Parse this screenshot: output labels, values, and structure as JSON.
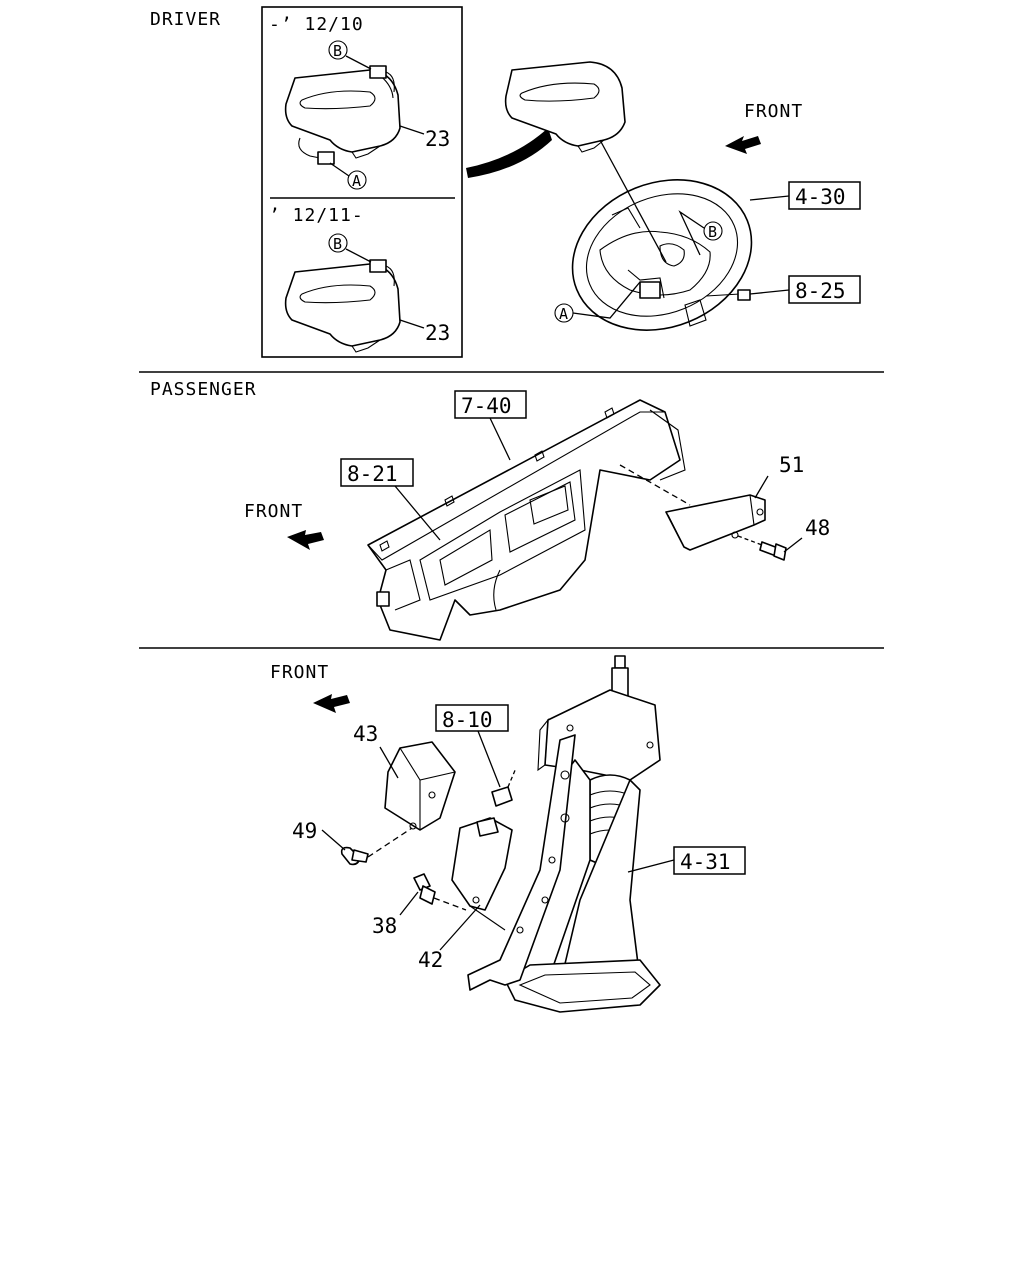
{
  "sections": {
    "driver": {
      "label": "DRIVER",
      "inset_top_range": "-’ 12/10",
      "inset_bottom_range": "’ 12/11-",
      "front": "FRONT",
      "callouts": {
        "part_top": "23",
        "part_bottom": "23",
        "steering_wheel_ref": "4-30",
        "combination_switch_ref": "8-25",
        "conn_b_top": "B",
        "conn_a_top": "A",
        "conn_b_bottom": "B",
        "wheel_conn_b": "B",
        "wheel_conn_a": "A"
      }
    },
    "passenger": {
      "label": "PASSENGER",
      "front": "FRONT",
      "callouts": {
        "dashboard_ref": "7-40",
        "instrument_ref": "8-21",
        "airbag_module": "51",
        "bolt": "48"
      }
    },
    "sensor": {
      "front": "FRONT",
      "callouts": {
        "bracket_cover": "43",
        "sensor_ref": "8-10",
        "bolt_49": "49",
        "bolt_38": "38",
        "bracket": "42",
        "column_ref": "4-31"
      }
    }
  }
}
